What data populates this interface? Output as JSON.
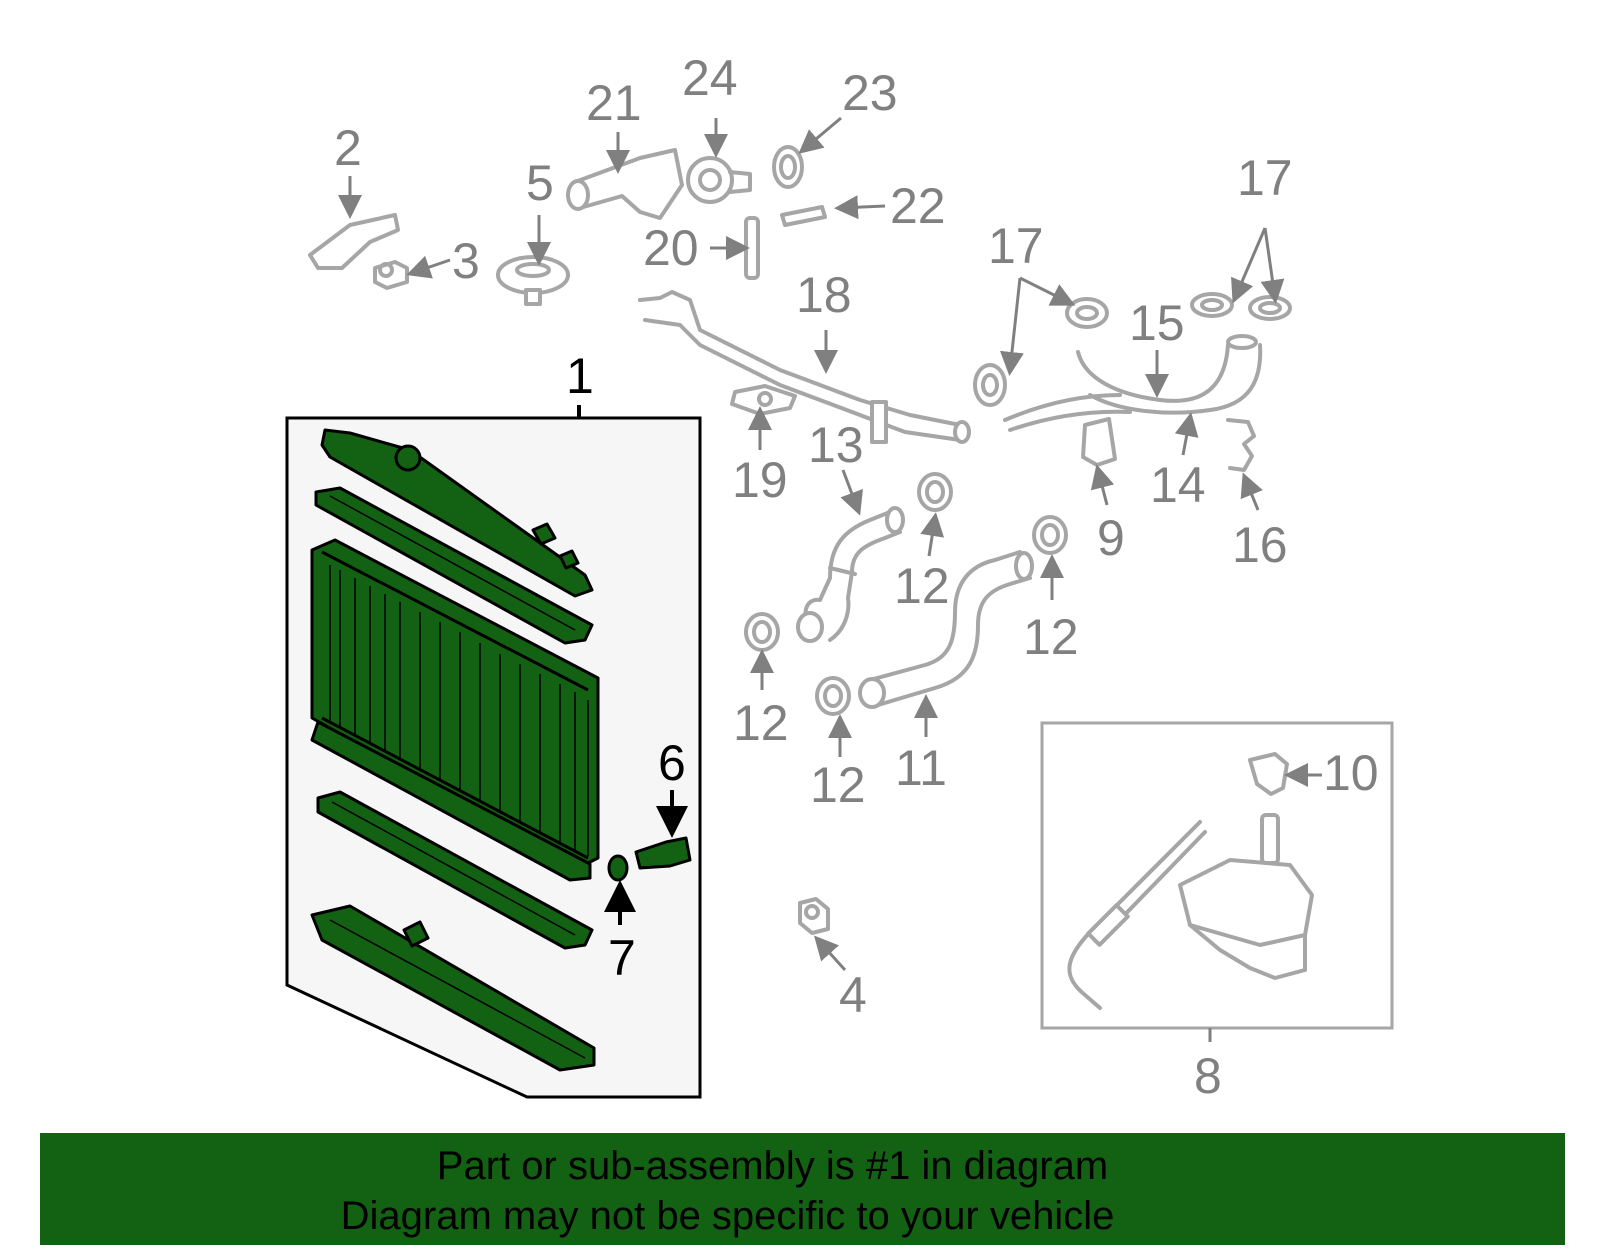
{
  "callouts": {
    "n1": "1",
    "n2": "2",
    "n3": "3",
    "n4": "4",
    "n5": "5",
    "n6": "6",
    "n7": "7",
    "n8": "8",
    "n9": "9",
    "n10": "10",
    "n11": "11",
    "n12a": "12",
    "n12b": "12",
    "n12c": "12",
    "n12d": "12",
    "n13": "13",
    "n14": "14",
    "n15": "15",
    "n16": "16",
    "n17a": "17",
    "n17b": "17",
    "n18": "18",
    "n19": "19",
    "n20": "20",
    "n21": "21",
    "n22": "22",
    "n23": "23",
    "n24": "24"
  },
  "banner": {
    "line1": "Part or sub-assembly is #1 in diagram",
    "line2": "Diagram may not be specific to your vehicle"
  },
  "colors": {
    "highlight": "#136112",
    "parts": "#a6a6a6",
    "labels": "#808080",
    "panel": "#f6f6f6"
  }
}
